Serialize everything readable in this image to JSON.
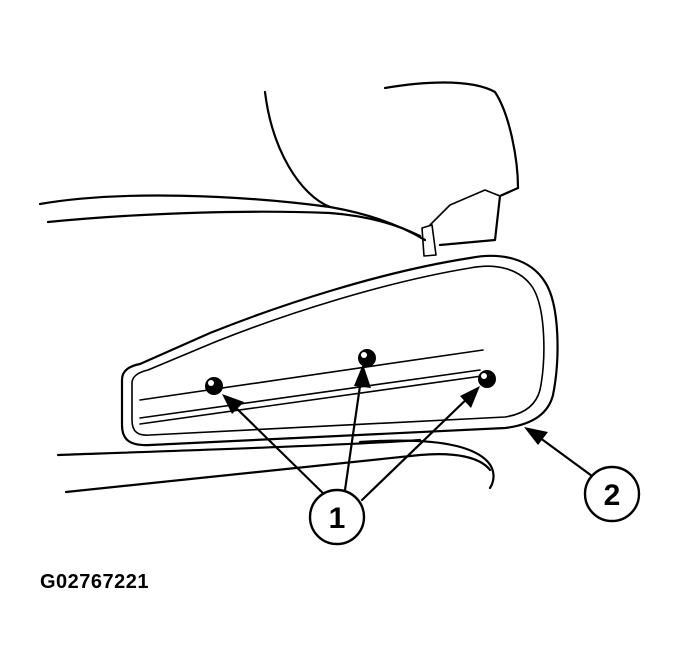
{
  "callouts": {
    "one": "1",
    "two": "2"
  },
  "figure_id": "G02767221",
  "colors": {
    "ink": "#000000",
    "background": "#ffffff"
  }
}
